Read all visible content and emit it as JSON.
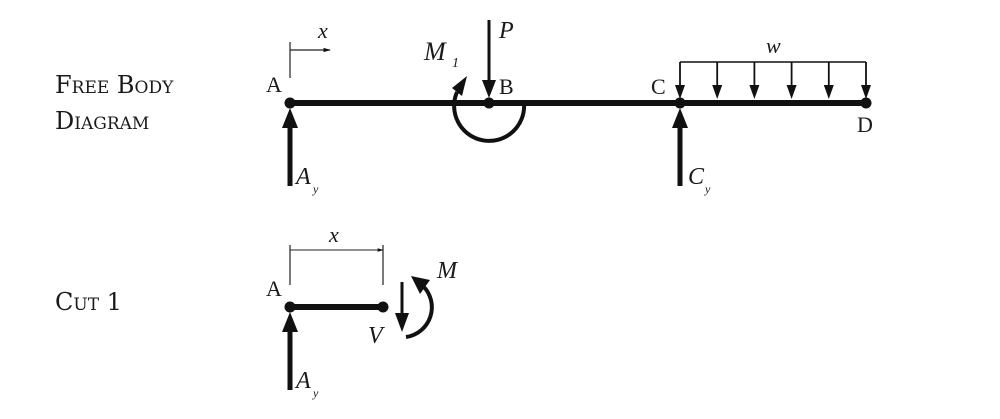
{
  "sections": {
    "fbd": {
      "title_line1": "Free Body",
      "title_line2": "Diagram"
    },
    "cut1": {
      "title": "Cut 1"
    }
  },
  "fbd": {
    "points": {
      "A": "A",
      "B": "B",
      "C": "C",
      "D": "D"
    },
    "axis_label": "x",
    "loads": {
      "point_load": "P",
      "moment": "M",
      "moment_sub": "1",
      "distributed": "w",
      "reaction_A": "A",
      "reaction_A_sub": "y",
      "reaction_C": "C",
      "reaction_C_sub": "y"
    }
  },
  "cut": {
    "point": "A",
    "dimension_label": "x",
    "shear": "V",
    "moment": "M",
    "reaction": "A",
    "reaction_sub": "y"
  }
}
